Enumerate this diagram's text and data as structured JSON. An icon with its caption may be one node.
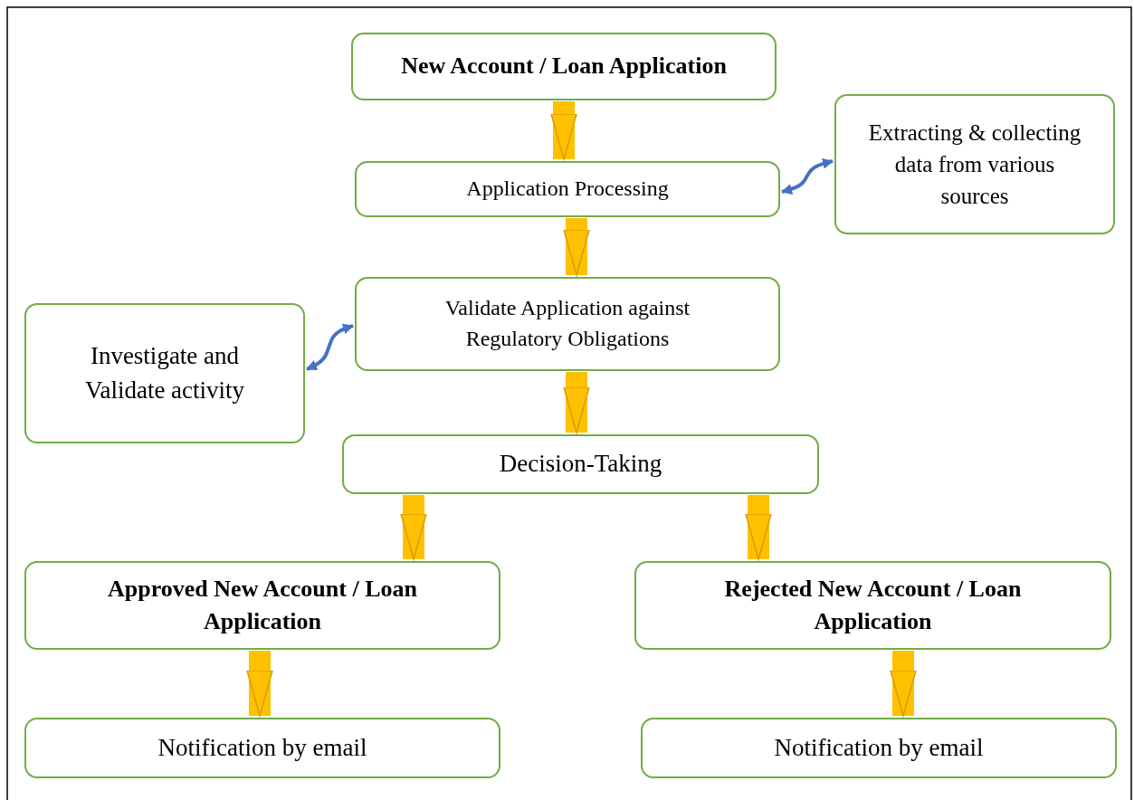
{
  "diagram": {
    "nodes": [
      {
        "text": [
          "New Account / Loan Application"
        ]
      },
      {
        "text": [
          "Application Processing"
        ]
      },
      {
        "text": [
          "Extracting & collecting data from various sources"
        ]
      },
      {
        "text": [
          "Validate Application against Regulatory Obligations"
        ]
      },
      {
        "text": [
          "Investigate and Validate activity"
        ]
      },
      {
        "text": [
          "Decision-Taking"
        ]
      },
      {
        "text": [
          "Approved New Account / Loan Application"
        ]
      },
      {
        "text": [
          "Rejected New Account / Loan Application"
        ]
      },
      {
        "text": [
          "Notification by email"
        ]
      },
      {
        "text": [
          "Notification by email"
        ]
      }
    ],
    "edges": [
      {
        "from": 0,
        "to": 1,
        "arrow": "to"
      },
      {
        "from": 1,
        "to": 2,
        "arrow": "both",
        "color": "#4472c4"
      },
      {
        "from": 1,
        "to": 3,
        "arrow": "to"
      },
      {
        "from": 3,
        "to": 4,
        "arrow": "both",
        "color": "#4472c4"
      },
      {
        "from": 3,
        "to": 5,
        "arrow": "to"
      },
      {
        "from": 5,
        "to": 6,
        "arrow": "to"
      },
      {
        "from": 5,
        "to": 7,
        "arrow": "to"
      },
      {
        "from": 6,
        "to": 8,
        "arrow": "to"
      },
      {
        "from": 7,
        "to": 9,
        "arrow": "to"
      }
    ]
  }
}
